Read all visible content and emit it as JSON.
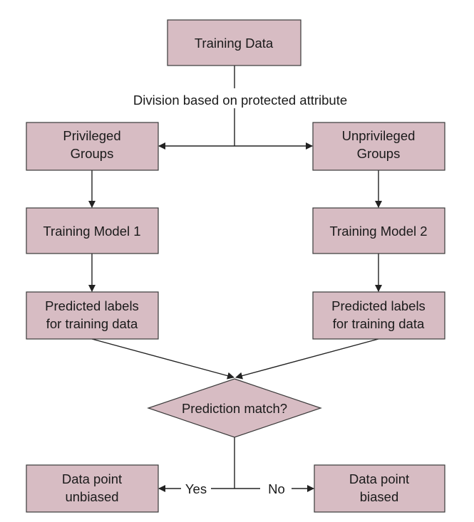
{
  "diagram": {
    "nodes": {
      "training_data": [
        "Training Data"
      ],
      "privileged": [
        "Privileged",
        "Groups"
      ],
      "unprivileged": [
        "Unprivileged",
        "Groups"
      ],
      "model1": [
        "Training Model 1"
      ],
      "model2": [
        "Training Model 2"
      ],
      "pred1": [
        "Predicted labels",
        "for training data"
      ],
      "pred2": [
        "Predicted labels",
        "for training data"
      ],
      "decision": [
        "Prediction match?"
      ],
      "unbiased": [
        "Data point",
        "unbiased"
      ],
      "biased": [
        "Data point",
        "biased"
      ]
    },
    "edge_labels": {
      "division": "Division based on protected attribute",
      "yes": "Yes",
      "no": "No"
    },
    "colors": {
      "box_fill": "#d7bcc3",
      "box_stroke": "#3a3a3a",
      "edge": "#222222"
    }
  }
}
